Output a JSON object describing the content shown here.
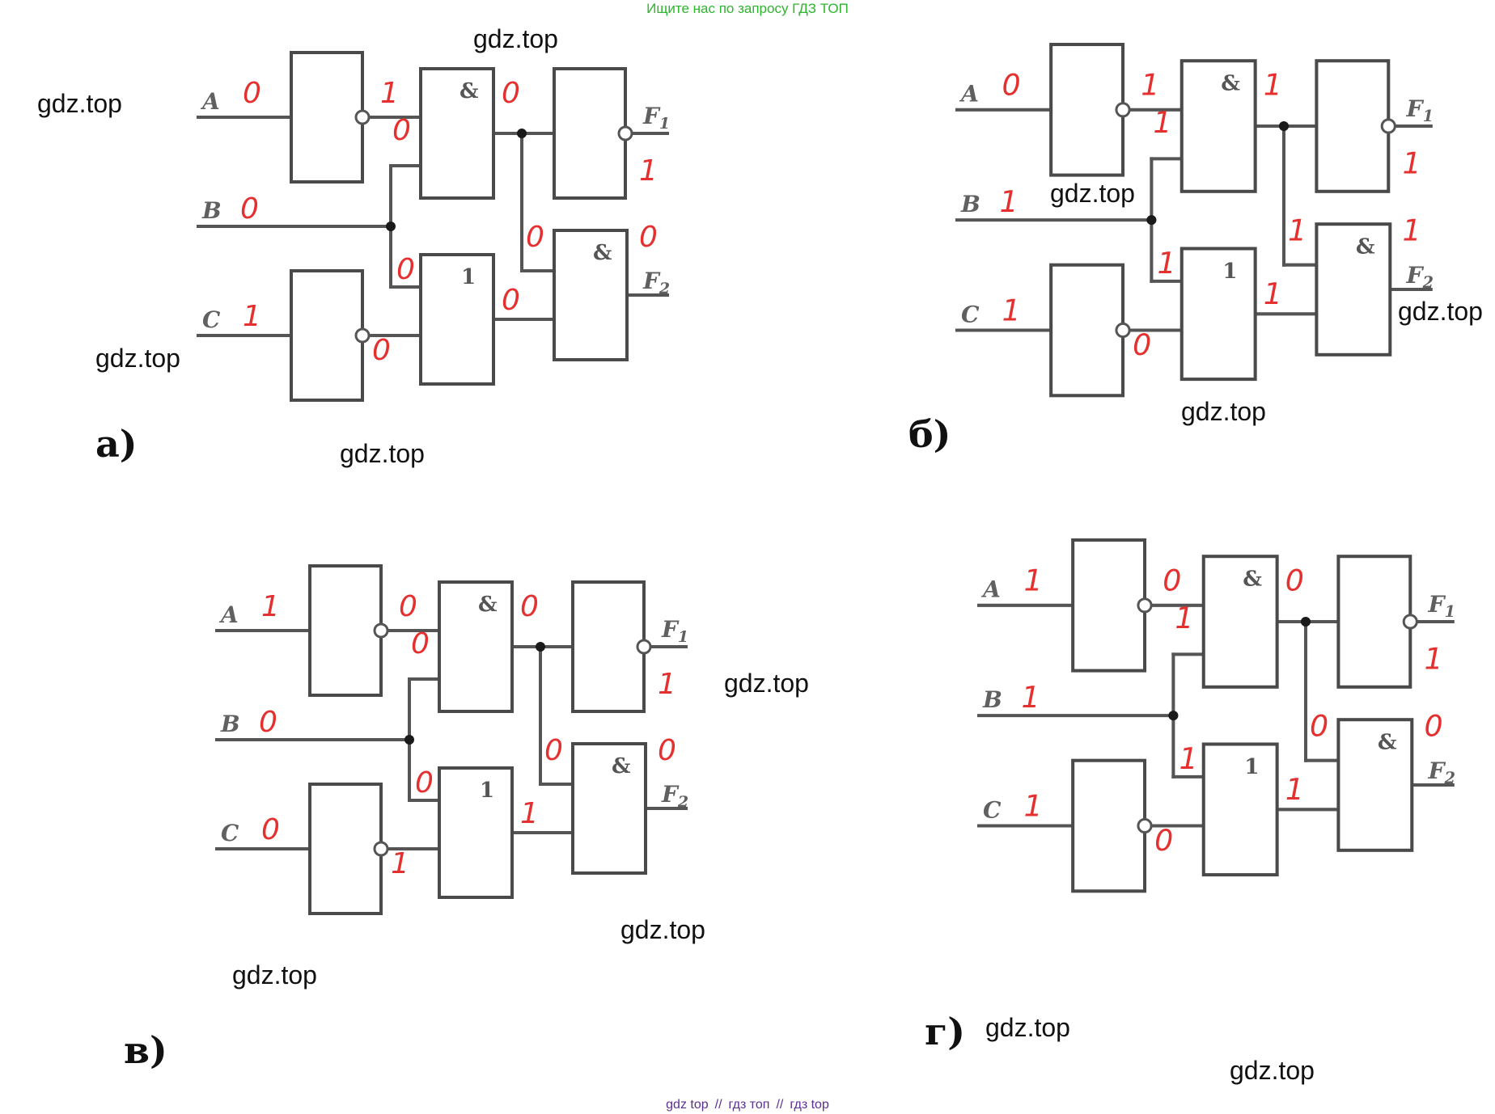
{
  "header_note": "Ищите нас по запросу ГДЗ ТОП",
  "footer": [
    "gdz top",
    "гдз топ",
    "гдз top"
  ],
  "watermark": "gdz.top",
  "gate_symbols": {
    "and": "&",
    "or": "1"
  },
  "signal_labels": {
    "a": "A",
    "b": "B",
    "c": "C",
    "f": "F",
    "f1_sub": "1",
    "f2_sub": "2"
  },
  "colors": {
    "annotation": "#e53030",
    "header": "#2db52d",
    "footer": "#5b2f91"
  },
  "panels": [
    {
      "id": "a",
      "label": "а)",
      "values": {
        "A": "0",
        "B": "0",
        "C": "1",
        "notA": "1",
        "notC": "0",
        "and_in_b": "0",
        "or_in_b": "0",
        "and_out": "0",
        "or_out": "0",
        "and2_in": "0",
        "F1": "1",
        "F2": "0"
      }
    },
    {
      "id": "b",
      "label": "б)",
      "values": {
        "A": "0",
        "B": "1",
        "C": "1",
        "notA": "1",
        "notC": "0",
        "and_in_b": "1",
        "or_in_b": "1",
        "and_out": "1",
        "or_out": "1",
        "and2_in": "1",
        "F1": "1",
        "F2": "1"
      }
    },
    {
      "id": "v",
      "label": "в)",
      "values": {
        "A": "1",
        "B": "0",
        "C": "0",
        "notA": "0",
        "notC": "1",
        "and_in_b": "0",
        "or_in_b": "0",
        "and_out": "0",
        "or_out": "1",
        "and2_in": "0",
        "F1": "1",
        "F2": "0"
      }
    },
    {
      "id": "g",
      "label": "г)",
      "values": {
        "A": "1",
        "B": "1",
        "C": "1",
        "notA": "0",
        "notC": "0",
        "and_in_b": "1",
        "or_in_b": "1",
        "and_out": "0",
        "or_out": "1",
        "and2_in": "0",
        "F1": "1",
        "F2": "0"
      }
    }
  ]
}
